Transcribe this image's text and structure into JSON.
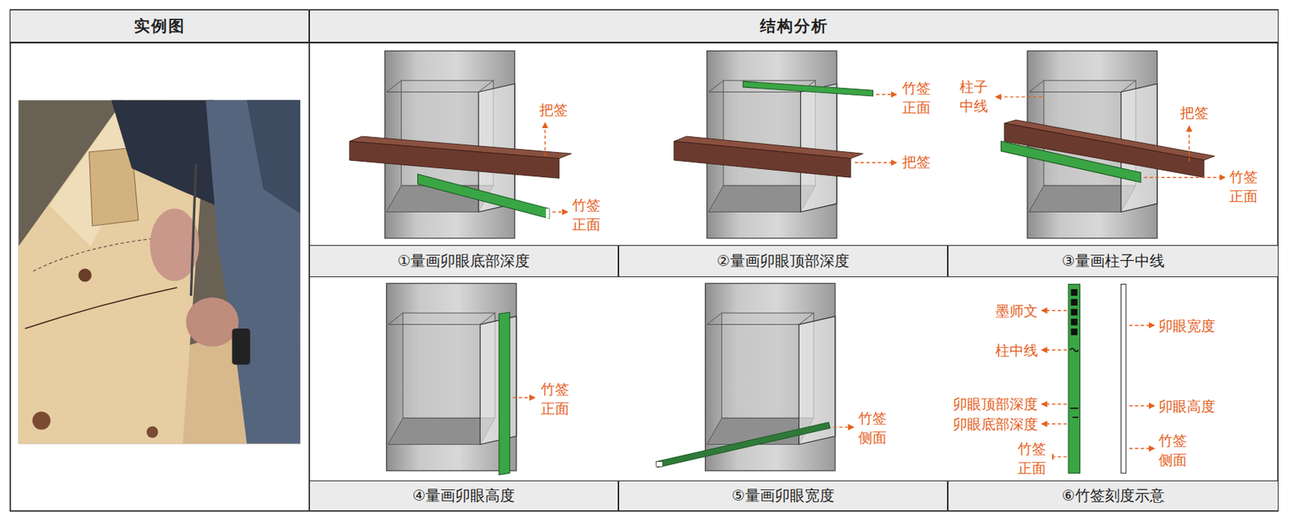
{
  "diagram": {
    "nodes": [
      {
        "text": [
          "实例图"
        ]
      },
      {
        "text": [
          "结构分析"
        ]
      },
      {
        "text": [
          "①量画卯眼底部深度"
        ]
      },
      {
        "text": [
          "②量画卯眼顶部深度"
        ]
      },
      {
        "text": [
          "③量画柱子中线"
        ]
      },
      {
        "text": [
          "④量画卯眼高度"
        ]
      },
      {
        "text": [
          "⑤量画卯眼宽度"
        ]
      },
      {
        "text": [
          "⑥竹签刻度示意"
        ]
      }
    ],
    "labels": [
      "把签",
      "竹签 正面",
      "竹签 正面",
      "把签",
      "柱子 中线",
      "把签",
      "竹签 正面",
      "竹签 正面",
      "竹签 侧面",
      "墨师文",
      "柱中线",
      "卯眼顶部深度",
      "卯眼底部深度",
      "竹签 正面",
      "卯眼宽度",
      "卯眼高度",
      "竹签 侧面"
    ]
  }
}
